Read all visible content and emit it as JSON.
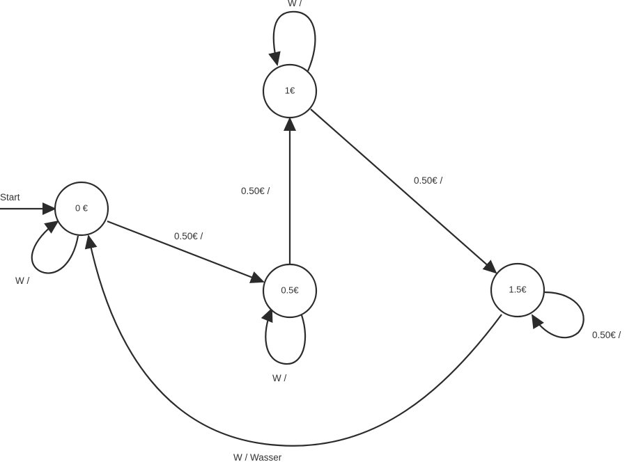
{
  "diagram": {
    "type": "state-machine",
    "start_label": "Start",
    "states": [
      {
        "id": "s0",
        "label": "0 €"
      },
      {
        "id": "s05",
        "label": "0.5€"
      },
      {
        "id": "s1",
        "label": "1€"
      },
      {
        "id": "s15",
        "label": "1.5€"
      }
    ],
    "transitions": [
      {
        "from": "s0",
        "to": "s0",
        "label": "W /"
      },
      {
        "from": "s0",
        "to": "s05",
        "label": "0.50€ /"
      },
      {
        "from": "s05",
        "to": "s05",
        "label": "W /"
      },
      {
        "from": "s05",
        "to": "s1",
        "label": "0.50€ /"
      },
      {
        "from": "s1",
        "to": "s1",
        "label": "W /"
      },
      {
        "from": "s1",
        "to": "s15",
        "label": "0.50€ /"
      },
      {
        "from": "s15",
        "to": "s15",
        "label": "0.50€ /"
      },
      {
        "from": "s15",
        "to": "s0",
        "label": "W / Wasser"
      }
    ]
  }
}
